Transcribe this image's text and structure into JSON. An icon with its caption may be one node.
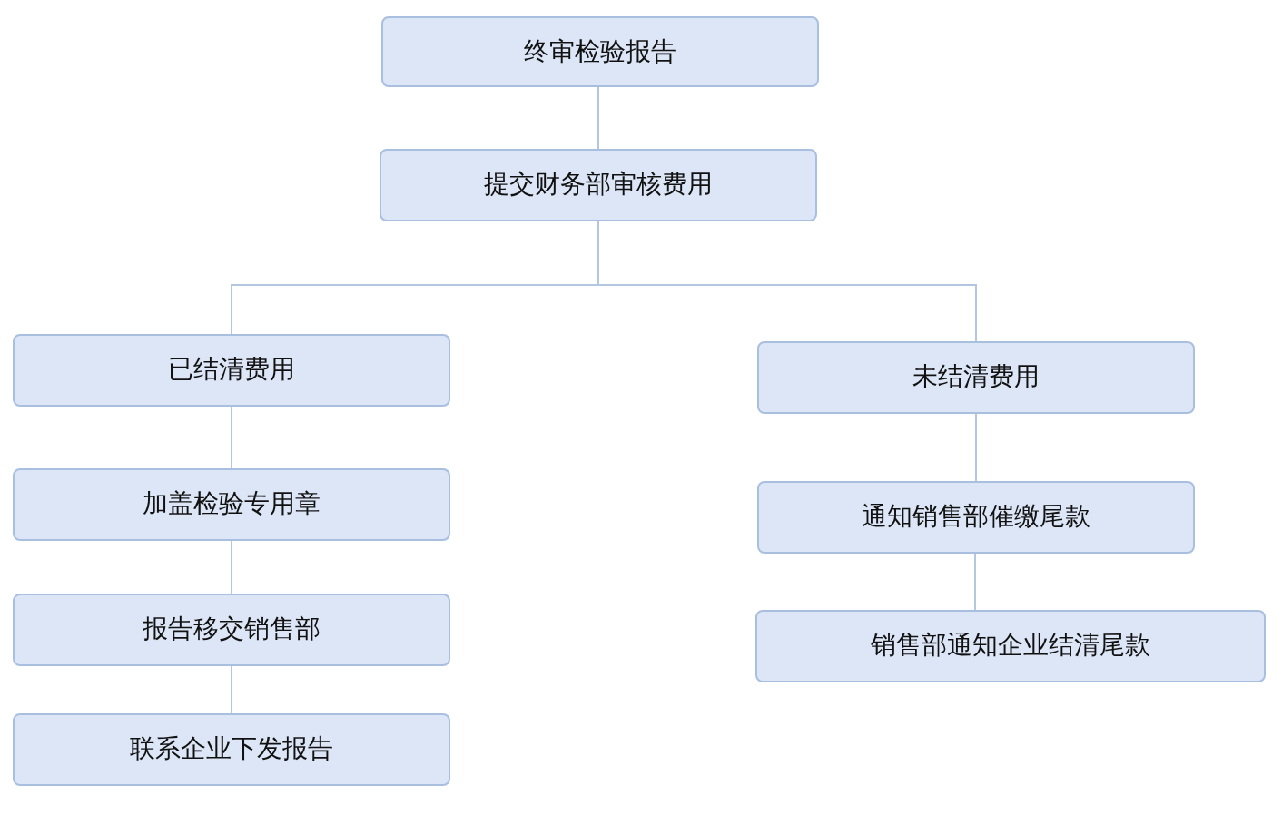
{
  "diagram": {
    "nodes": [
      {
        "text": [
          "终审检验报告"
        ]
      },
      {
        "text": [
          "提交财务部审核费用"
        ]
      },
      {
        "text": [
          "已结清费用"
        ]
      },
      {
        "text": [
          "加盖检验专用章"
        ]
      },
      {
        "text": [
          "报告移交销售部"
        ]
      },
      {
        "text": [
          "联系企业下发报告"
        ]
      },
      {
        "text": [
          "未结清费用"
        ]
      },
      {
        "text": [
          "通知销售部催缴尾款"
        ]
      },
      {
        "text": [
          "销售部通知企业结清尾款"
        ]
      }
    ],
    "edges": [
      {
        "from": 0,
        "to": 1,
        "arrow": "none"
      },
      {
        "from": 1,
        "to": 2,
        "arrow": "none"
      },
      {
        "from": 1,
        "to": 6,
        "arrow": "none"
      },
      {
        "from": 2,
        "to": 3,
        "arrow": "none"
      },
      {
        "from": 3,
        "to": 4,
        "arrow": "none"
      },
      {
        "from": 4,
        "to": 5,
        "arrow": "none"
      },
      {
        "from": 6,
        "to": 7,
        "arrow": "none"
      },
      {
        "from": 7,
        "to": 8,
        "arrow": "none"
      }
    ]
  }
}
